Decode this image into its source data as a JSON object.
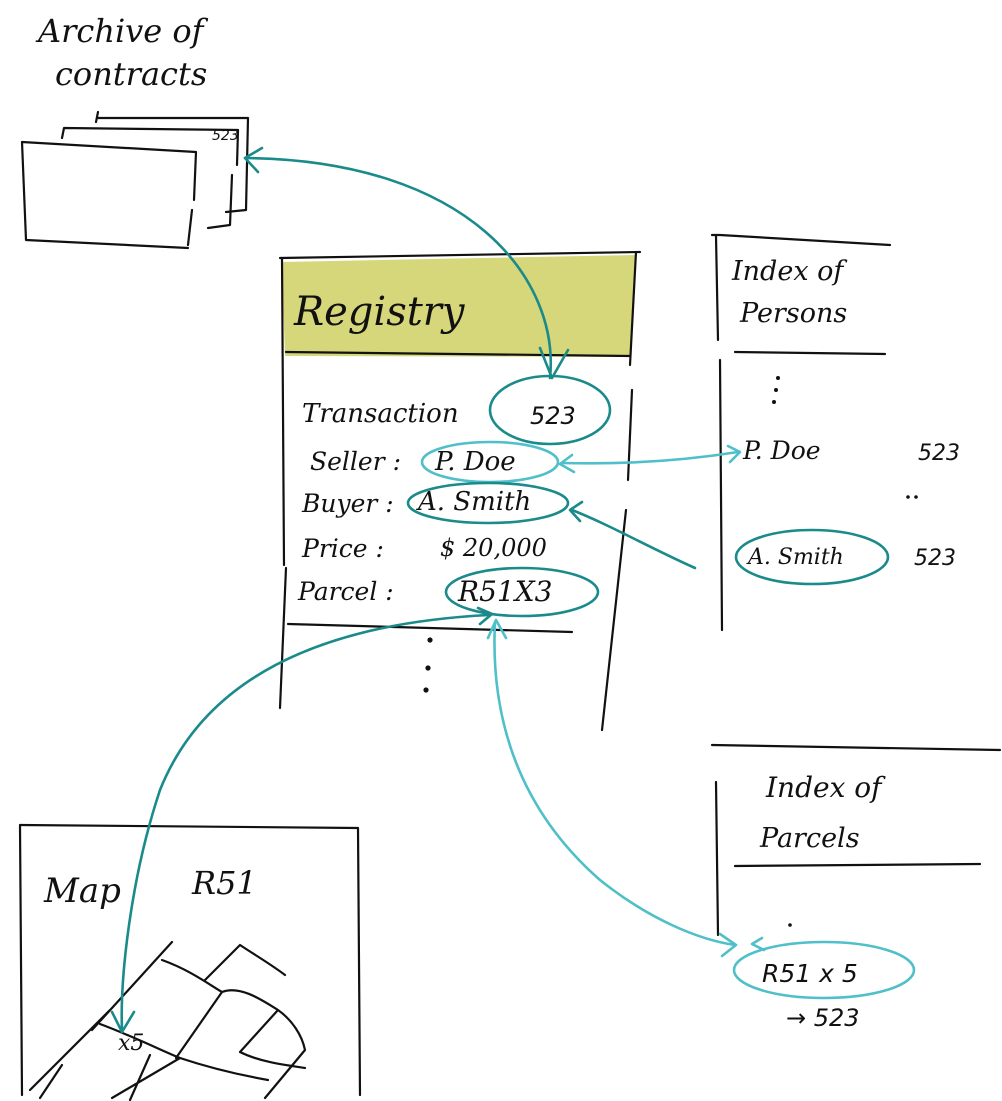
{
  "colors": {
    "ink": "#111111",
    "header_fill": "#d6d67a",
    "link_dark_teal": "#1a8a8a",
    "link_light_cyan": "#4fbfc9"
  },
  "archive": {
    "title_line1": "Archive of",
    "title_line2": "contracts",
    "doc_number": "523"
  },
  "registry": {
    "title": "Registry",
    "transaction_label": "Transaction",
    "transaction_value": "523",
    "seller_label": "Seller :",
    "seller_value": "P. Doe",
    "buyer_label": "Buyer :",
    "buyer_value": "A. Smith",
    "price_label": "Price  :",
    "price_value": "$ 20,000",
    "parcel_label": "Parcel  :",
    "parcel_value": "R51X3"
  },
  "index_persons": {
    "title_line1": "Index of",
    "title_line2": "Persons",
    "entries": [
      {
        "name": "P. Doe",
        "ref": "523"
      },
      {
        "name": "A. Smith",
        "ref": "523"
      }
    ]
  },
  "map": {
    "label": "Map",
    "sheet": "R51",
    "cell_label": "x5"
  },
  "index_parcels": {
    "title_line1": "Index of",
    "title_line2": "Parcels",
    "entry": "R51 x 5",
    "entry_ref": "→ 523"
  }
}
